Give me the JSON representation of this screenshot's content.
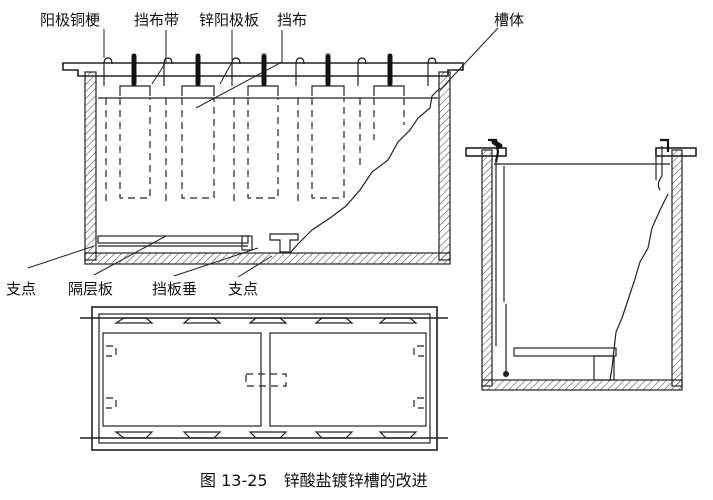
{
  "labels": {
    "anode_rod": "阳极铜梗",
    "cloth_strap": "挡布带",
    "zinc_anode": "锌阳极板",
    "cloth": "挡布",
    "tank_body": "槽体",
    "support_left": "支点",
    "separator": "隔层板",
    "baffle": "挡板垂",
    "support_right": "支点"
  },
  "caption": "图 13-25　锌酸盐镀锌槽的改进",
  "colors": {
    "ink": "#222222",
    "hatch": "#555555",
    "background": "#ffffff"
  }
}
